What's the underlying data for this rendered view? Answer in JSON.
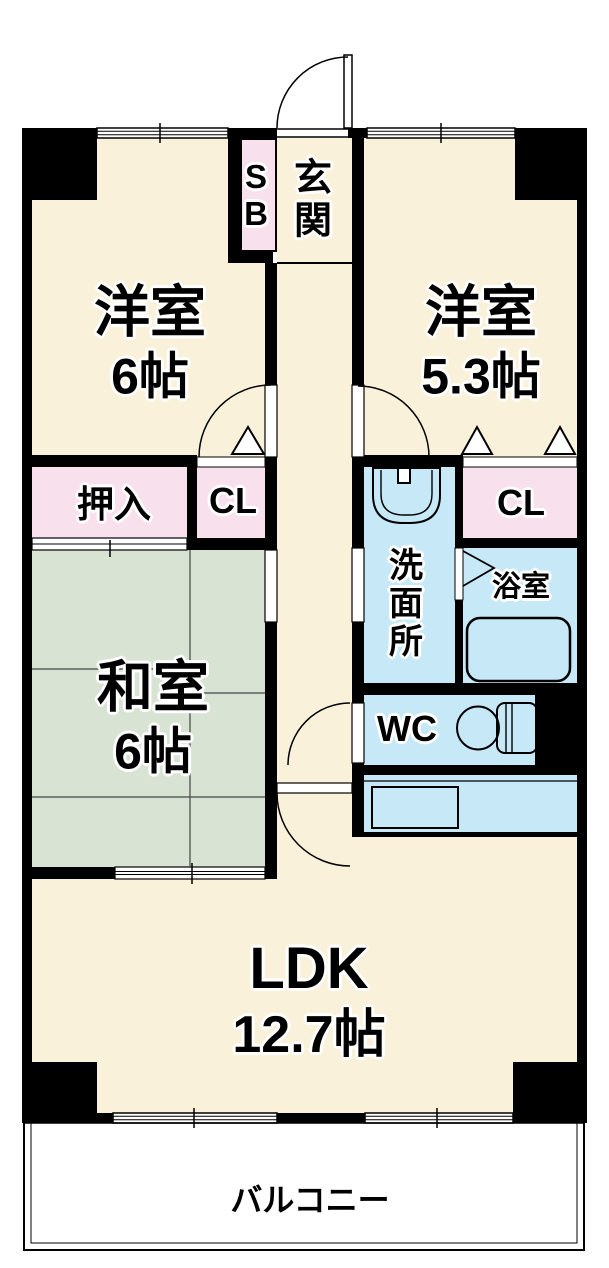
{
  "floorplan": {
    "rooms": {
      "western_a": {
        "name": "洋室",
        "size": "6帖"
      },
      "western_b": {
        "name": "洋室",
        "size": "5.3帖"
      },
      "japanese": {
        "name": "和室",
        "size": "6帖"
      },
      "ldk": {
        "name": "LDK",
        "size": "12.7帖"
      },
      "entrance": {
        "name": "玄関"
      },
      "shoe_box": {
        "name": "SB"
      },
      "oshiire": {
        "name": "押入"
      },
      "closet_a": {
        "name": "CL"
      },
      "closet_b": {
        "name": "CL"
      },
      "washroom": {
        "name": "洗面所"
      },
      "bathroom": {
        "name": "浴室"
      },
      "toilet": {
        "name": "WC"
      },
      "balcony": {
        "name": "バルコニー"
      }
    },
    "colors": {
      "wall": "#000000",
      "room_floor": "#FAF1DB",
      "closet_fill": "#F8E1ED",
      "wet_area_fill": "#C6E8F7",
      "tatami_fill": "#D8E3D3",
      "background": "#FFFFFF",
      "text": "#000000",
      "text_halo": "#FFFFFF"
    }
  }
}
